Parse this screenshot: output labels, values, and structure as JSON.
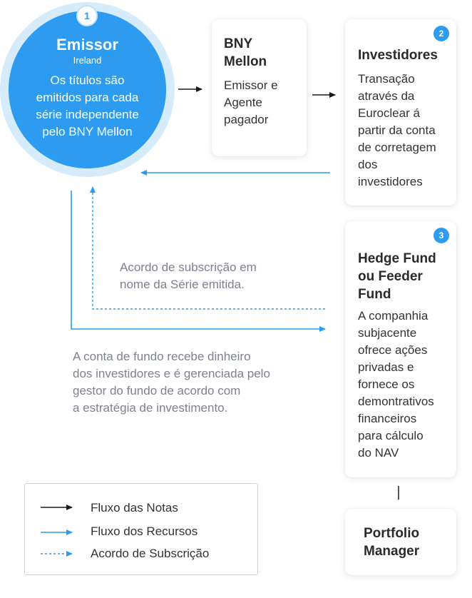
{
  "issuer": {
    "badge": "1",
    "title": "Emissor",
    "subtitle": "Ireland",
    "description_lines": [
      "Os títulos são",
      "emitidos para cada",
      "série independente",
      "pelo BNY Mellon"
    ]
  },
  "bny": {
    "title_lines": [
      "BNY",
      "Mellon"
    ],
    "body_lines": [
      "Emissor e",
      "Agente",
      "pagador"
    ]
  },
  "investors": {
    "badge": "2",
    "title": "Investidores",
    "body_lines": [
      "Transação",
      "através da",
      "Euroclear á",
      "partir da conta",
      "de corretagem",
      "dos",
      "investidores"
    ]
  },
  "hedge_fund": {
    "badge": "3",
    "title_lines": [
      "Hedge Fund",
      "ou Feeder",
      "Fund"
    ],
    "body_lines": [
      "A companhia",
      "subjacente",
      "ofrece ações",
      "privadas e",
      "fornece os",
      "demontrativos",
      "financeiros",
      "para cálculo",
      "do NAV"
    ]
  },
  "portfolio_manager": {
    "title_lines": [
      "Portfolio",
      "Manager"
    ]
  },
  "notes": {
    "subscription_lines": [
      "Acordo de subscrição em",
      "nome da Série emitida."
    ],
    "fund_account_lines": [
      "A conta de fundo recebe dinheiro",
      "dos investidores e é gerenciada pelo",
      "gestor do fundo de acordo com",
      "a estratégia de investimento."
    ]
  },
  "legend": {
    "items": [
      {
        "label": "Fluxo das Notas",
        "style": "solid",
        "color": "#1a1a1a"
      },
      {
        "label": "Fluxo dos Recursos",
        "style": "solid",
        "color": "#2d9bf0"
      },
      {
        "label": "Acordo de Subscrição",
        "style": "dashed",
        "color": "#2d9bf0"
      }
    ]
  },
  "colors": {
    "accent": "#2d9bf0",
    "accent_light": "#d7ecfb",
    "dark_arrow": "#1a1a1a",
    "muted_text": "#7d8190"
  }
}
